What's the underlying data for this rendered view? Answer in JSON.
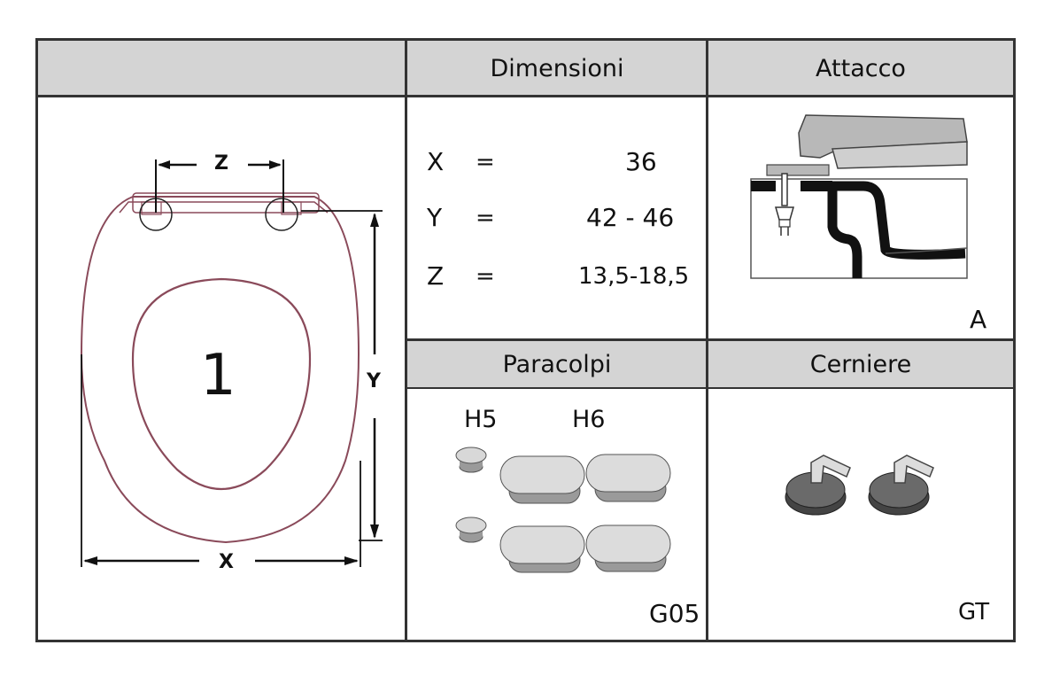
{
  "headers": {
    "dimensions": "Dimensioni",
    "attachment": "Attacco",
    "bumpers": "Paracolpi",
    "hinges": "Cerniere"
  },
  "drawing": {
    "model_number": "1",
    "dim_x": "X",
    "dim_y": "Y",
    "dim_z": "Z"
  },
  "dimensions": [
    {
      "label": "X",
      "sign": "=",
      "value": "36"
    },
    {
      "label": "Y",
      "sign": "=",
      "value": "42 - 46"
    },
    {
      "label": "Z",
      "sign": "=",
      "value": "13,5-18,5"
    }
  ],
  "attachment": {
    "code": "A"
  },
  "bumpers": {
    "label_small": "H5",
    "label_large": "H6",
    "code": "G05"
  },
  "hinges": {
    "code": "GT"
  },
  "colors": {
    "header_bg": "#d4d4d4",
    "border": "#333333",
    "seat_outline": "#8a4a5a"
  }
}
